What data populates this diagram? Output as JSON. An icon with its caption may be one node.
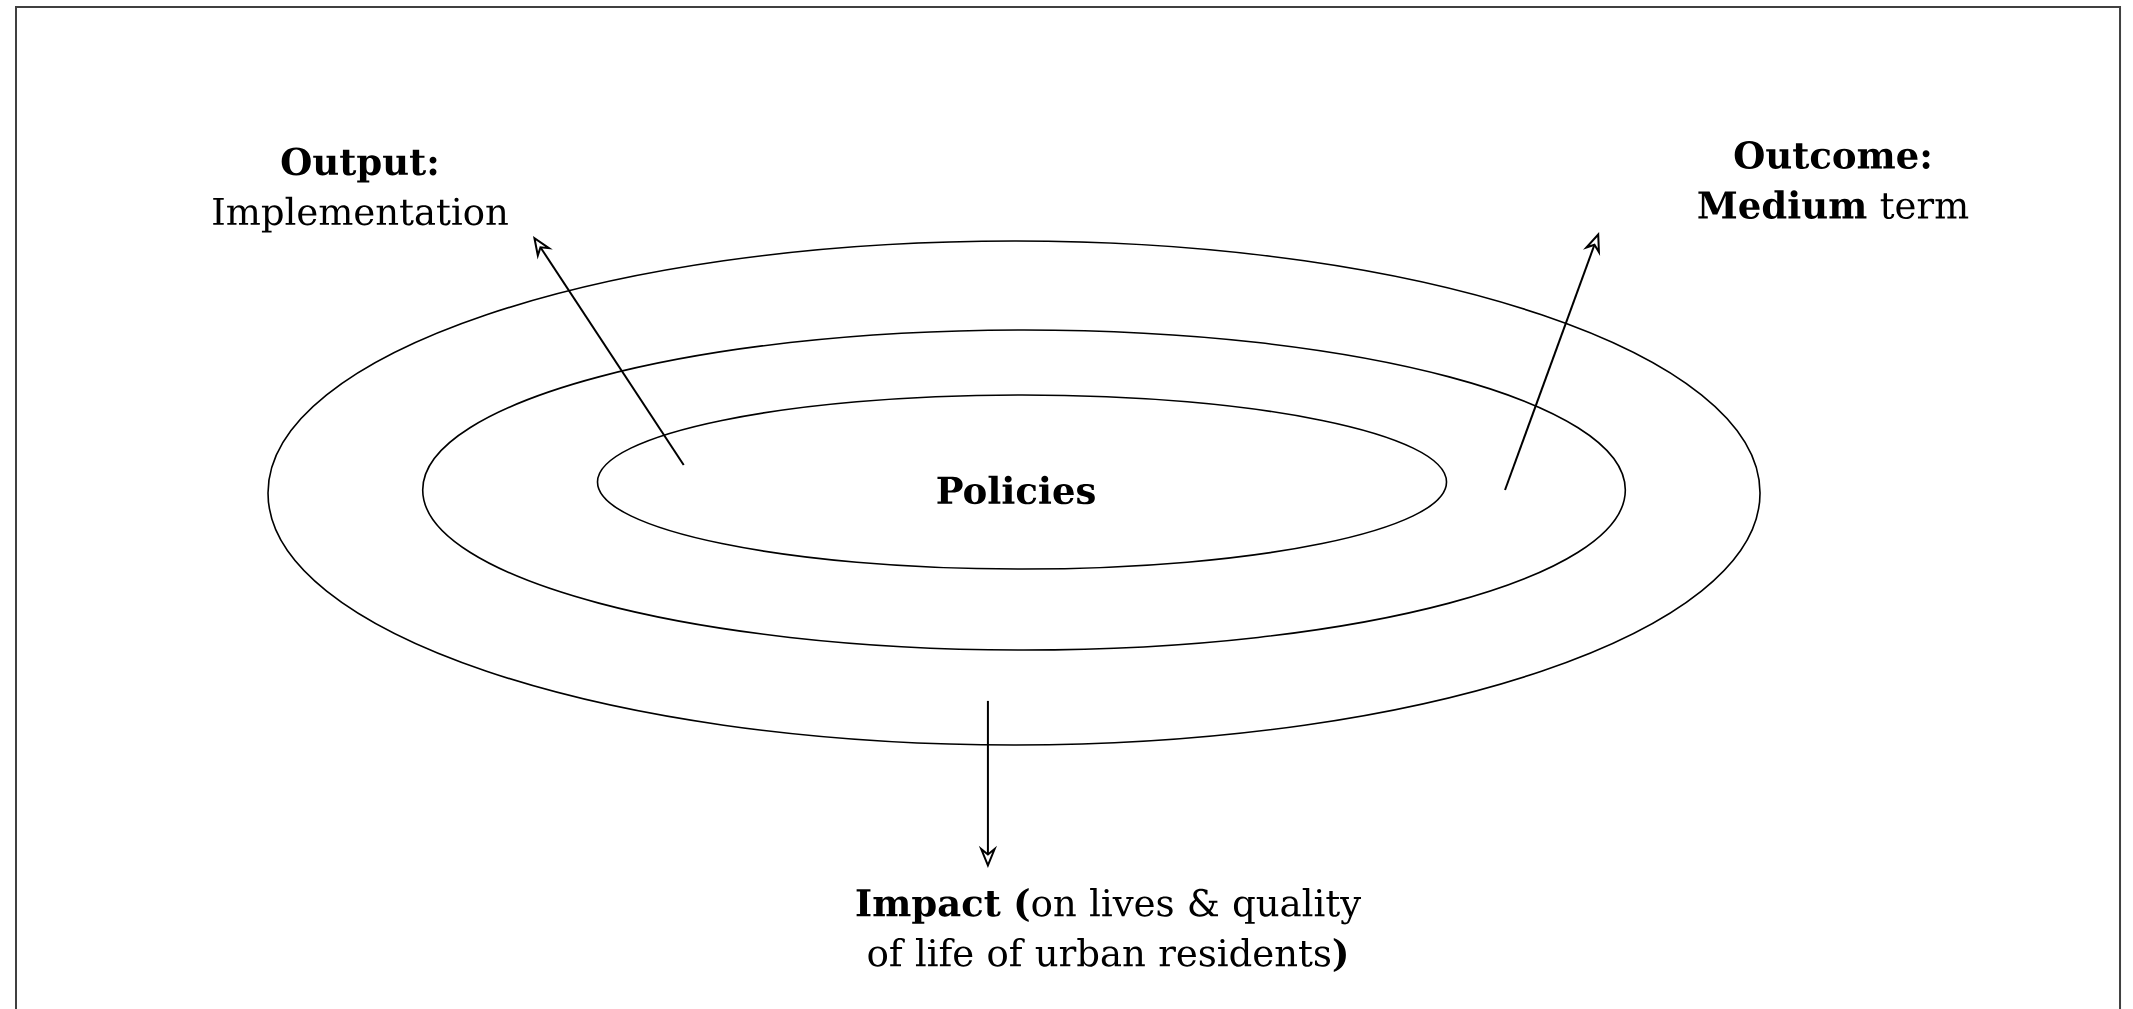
{
  "diagram": {
    "nodes": [
      {
        "text": [
          "Output:",
          "Implementation"
        ]
      },
      {
        "text": [
          "Outcome:",
          "**Medium** term"
        ]
      },
      {
        "text": [],
        "shape": "ellipse"
      },
      {
        "text": [],
        "shape": "ellipse",
        "in": 2
      },
      {
        "text": [],
        "shape": "ellipse",
        "in": 3
      },
      {
        "text": [
          "Policies"
        ],
        "in": 4
      },
      {
        "text": [
          "**Impact (**on lives & quality of life of urban residents**)**"
        ]
      }
    ],
    "edges": [
      {
        "from": 4,
        "to": 0,
        "arrow": "to"
      },
      {
        "from": 3,
        "to": 1,
        "arrow": "to"
      },
      {
        "from": 2,
        "to": 6,
        "arrow": "to"
      }
    ]
  }
}
